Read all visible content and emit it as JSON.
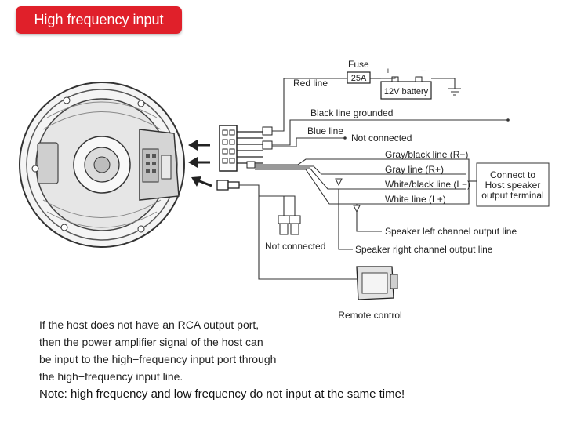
{
  "title": "High frequency input",
  "labels": {
    "fuse": "Fuse",
    "fuse_rating": "25A",
    "battery": "12V battery",
    "plus": "+",
    "minus": "−",
    "red_line": "Red line",
    "black_line": "Black line grounded",
    "blue_line": "Blue line",
    "not_connected_top": "Not connected",
    "gray_black": "Gray/black line (R−)",
    "gray": "Gray line (R+)",
    "white_black": "White/black line (L−)",
    "white": "White line (L+)",
    "connect_box": [
      "Connect to",
      "Host speaker",
      "output terminal"
    ],
    "speaker_left": "Speaker left channel output line",
    "speaker_right": "Speaker right channel output line",
    "not_connected_rca": "Not connected",
    "remote_control": "Remote control"
  },
  "description": [
    "If the host does not have an RCA output port,",
    "then the power amplifier signal of the host can",
    "be input to the high−frequency input port through",
    "the high−frequency input line."
  ],
  "note": "Note: high frequency and low frequency do not input at the same time!",
  "colors": {
    "badge": "#e0202a",
    "line": "#333333"
  }
}
